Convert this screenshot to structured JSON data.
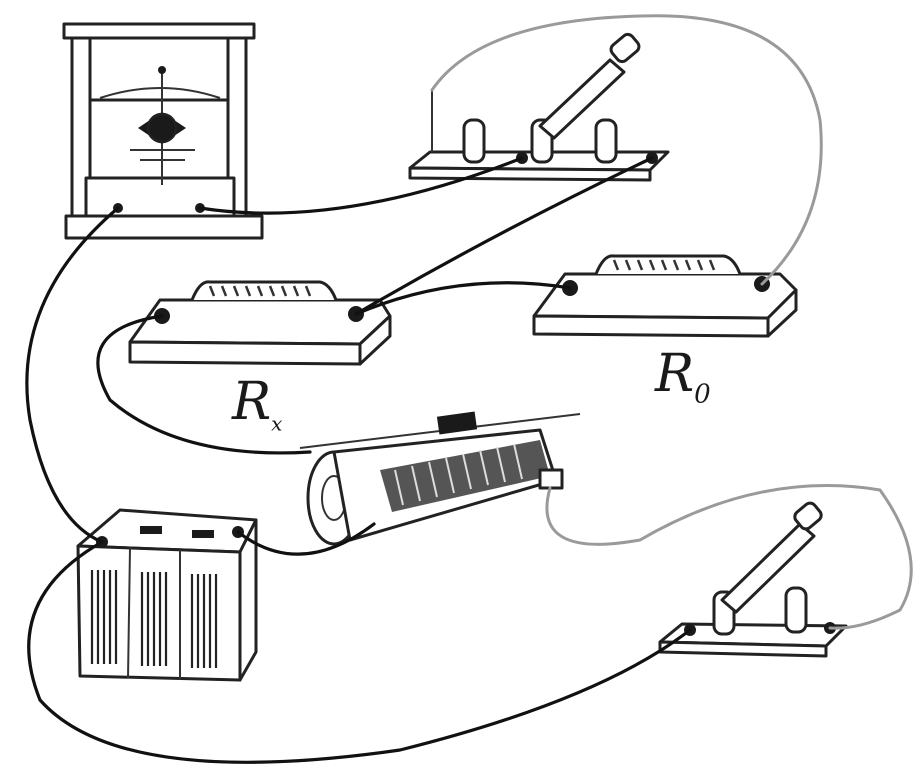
{
  "labels": {
    "rx": "R",
    "rx_sub": "x",
    "r0": "R",
    "r0_sub": "0"
  }
}
